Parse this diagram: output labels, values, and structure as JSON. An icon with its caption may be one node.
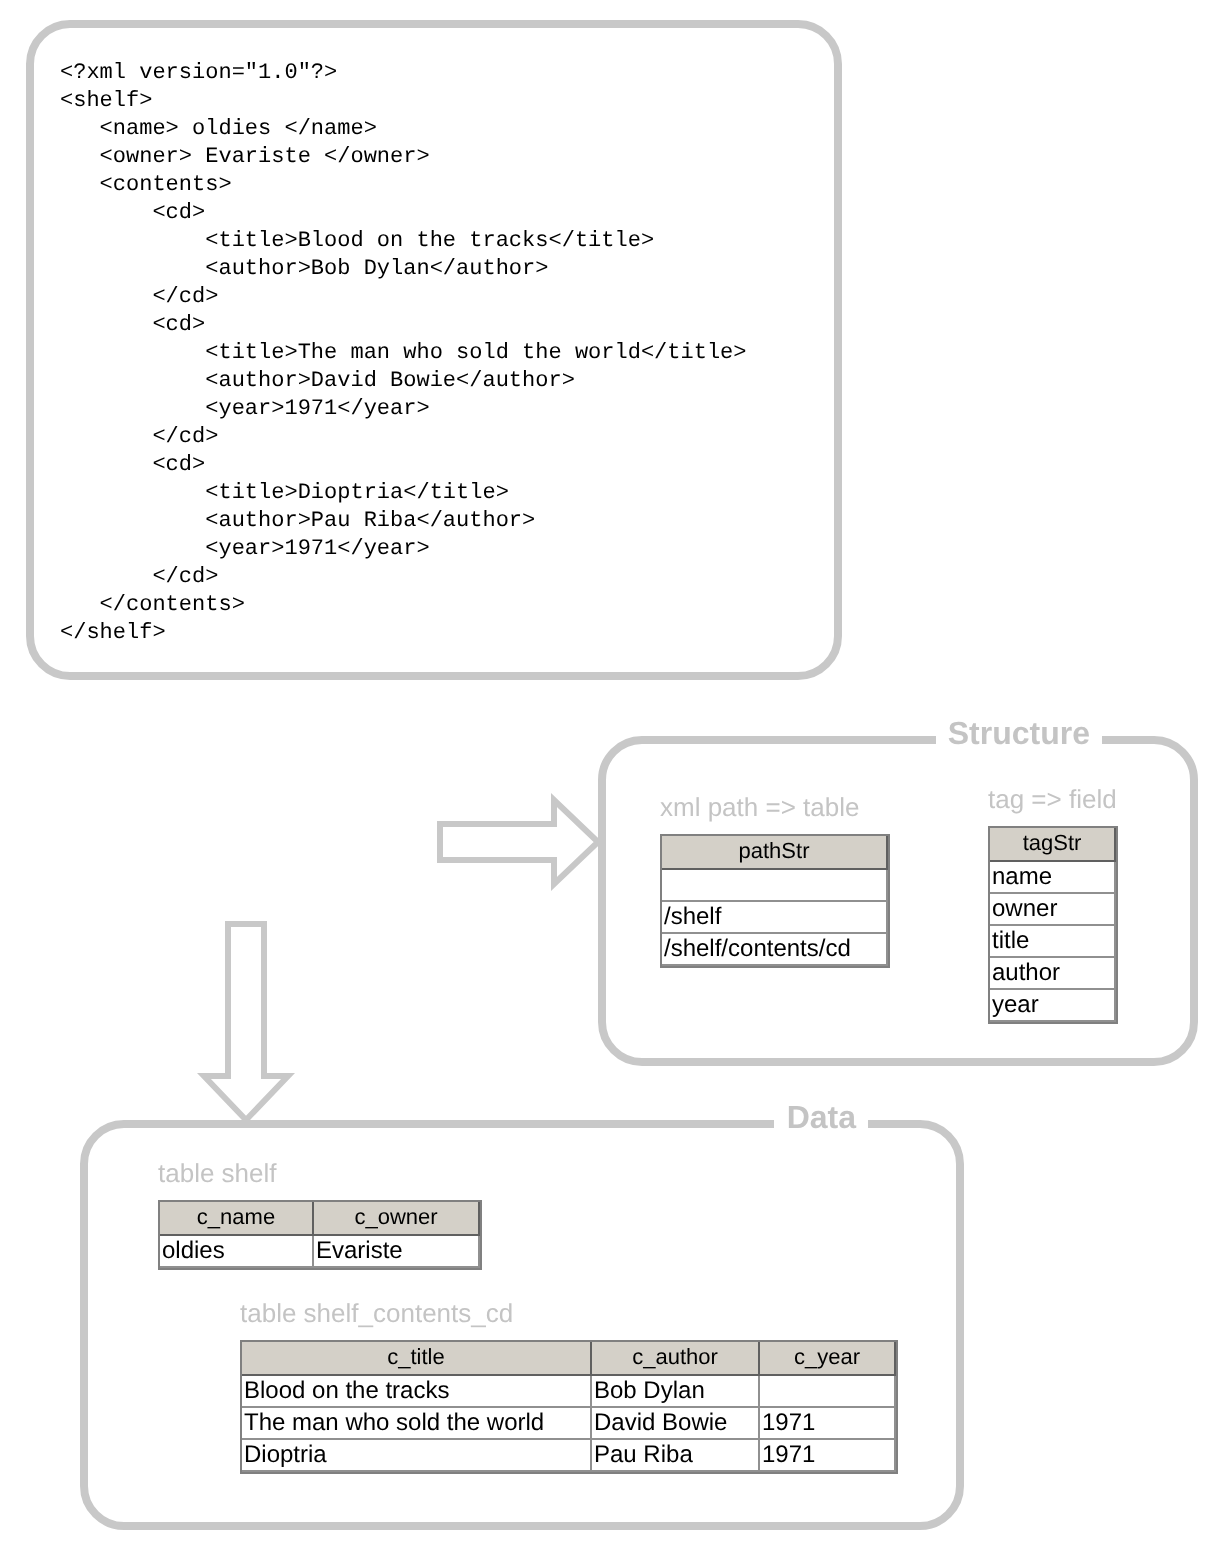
{
  "diagram": {
    "nodes": [
      {
        "text": [
          "<?xml version=\"1.0\"?>",
          "<shelf>",
          "   <name> oldies </name>",
          "   <owner> Evariste </owner>",
          "   <contents>",
          "       <cd>",
          "           <title>Blood on the tracks</title>",
          "           <author>Bob Dylan</author>",
          "       </cd>",
          "       <cd>",
          "           <title>The man who sold the world</title>",
          "           <author>David Bowie</author>",
          "           <year>1971</year>",
          "       </cd>",
          "       <cd>",
          "           <title>Dioptria</title>",
          "           <author>Pau Riba</author>",
          "           <year>1971</year>",
          "       </cd>",
          "   </contents>",
          "</shelf>"
        ]
      },
      {
        "text": [
          "Structure"
        ]
      },
      {
        "text": [
          "xml path => table",
          "pathStr",
          "/shelf",
          "/shelf/contents/cd"
        ],
        "in": 1
      },
      {
        "text": [
          "tag => field",
          "tagStr",
          "name",
          "owner",
          "title",
          "author",
          "year"
        ],
        "in": 1
      },
      {
        "text": [
          "Data"
        ]
      },
      {
        "text": [
          "table shelf",
          "c_name",
          "c_owner",
          "oldies",
          "Evariste"
        ],
        "in": 4
      },
      {
        "text": [
          "table shelf_contents_cd",
          "c_title",
          "c_author",
          "c_year",
          "Blood on the tracks",
          "Bob Dylan",
          "The man who sold the world",
          "David Bowie",
          "1971",
          "Dioptria",
          "Pau Riba",
          "1971"
        ],
        "in": 4
      }
    ],
    "edges": [
      {
        "from": null,
        "to": 1,
        "arrow": "to"
      },
      {
        "from": null,
        "to": 4,
        "arrow": "to"
      }
    ]
  }
}
